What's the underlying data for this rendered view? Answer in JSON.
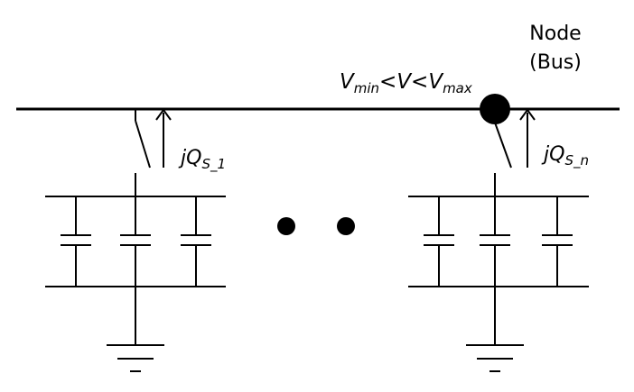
{
  "node_label": {
    "line1": "Node",
    "line2": "(Bus)"
  },
  "voltage_constraint": {
    "v": "V",
    "min_sub": "min",
    "max_sub": "max",
    "lt": "<"
  },
  "branch_1_label": {
    "main": "jQ",
    "sub": "S_1"
  },
  "branch_n_label": {
    "main": "jQ",
    "sub": "S_n"
  }
}
